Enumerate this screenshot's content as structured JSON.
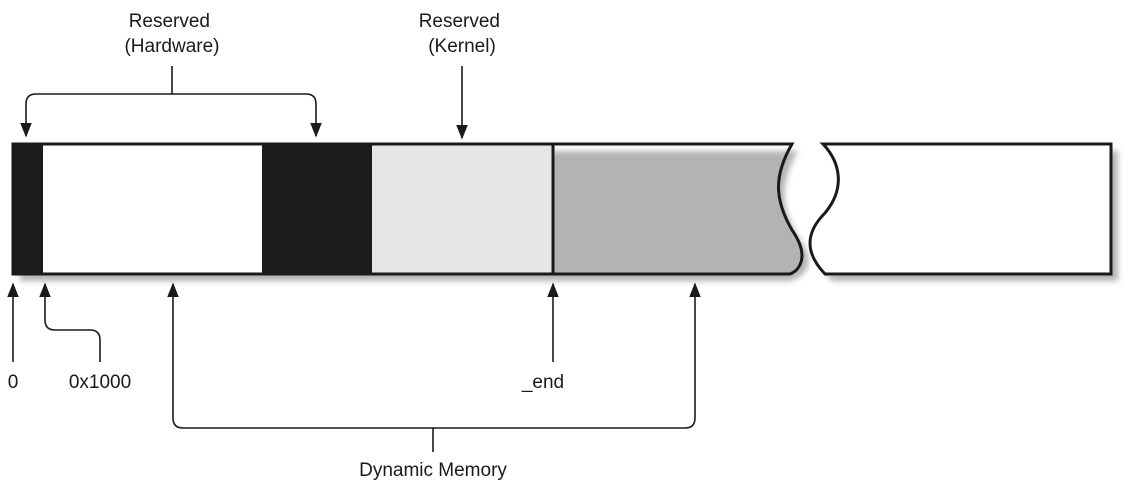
{
  "labels": {
    "reserved_hardware": [
      "Reserved",
      "(Hardware)"
    ],
    "reserved_kernel": [
      "Reserved",
      "(Kernel)"
    ],
    "addr_zero": "0",
    "addr_0x1000": "0x1000",
    "addr_end": "_end",
    "dynamic_memory": "Dynamic Memory"
  },
  "colors": {
    "reserved_hardware": "#1c1c1c",
    "reserved_kernel": "#e6e6e6",
    "free": "#ffffff",
    "shadow": "#b3b3b3"
  }
}
